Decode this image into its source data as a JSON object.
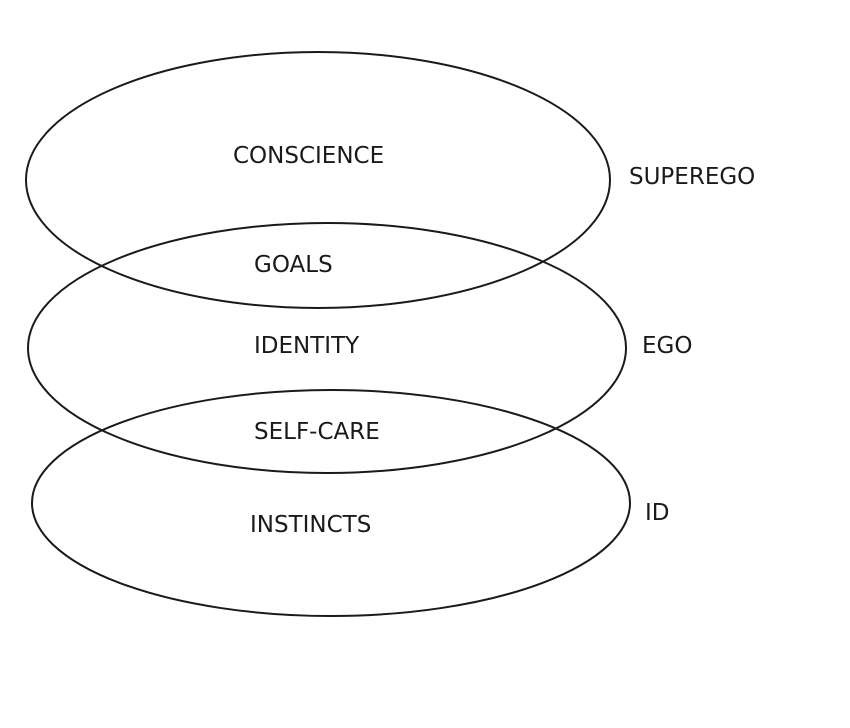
{
  "regions": {
    "conscience": "CONSCIENCE",
    "goals": "GOALS",
    "identity": "IDENTITY",
    "self_care": "SELF-CARE",
    "instincts": "INSTINCTS"
  },
  "layers": {
    "superego": "SUPEREGO",
    "ego": "EGO",
    "id": "ID"
  },
  "colors": {
    "stroke": "#1a1a1a",
    "background": "#ffffff"
  }
}
